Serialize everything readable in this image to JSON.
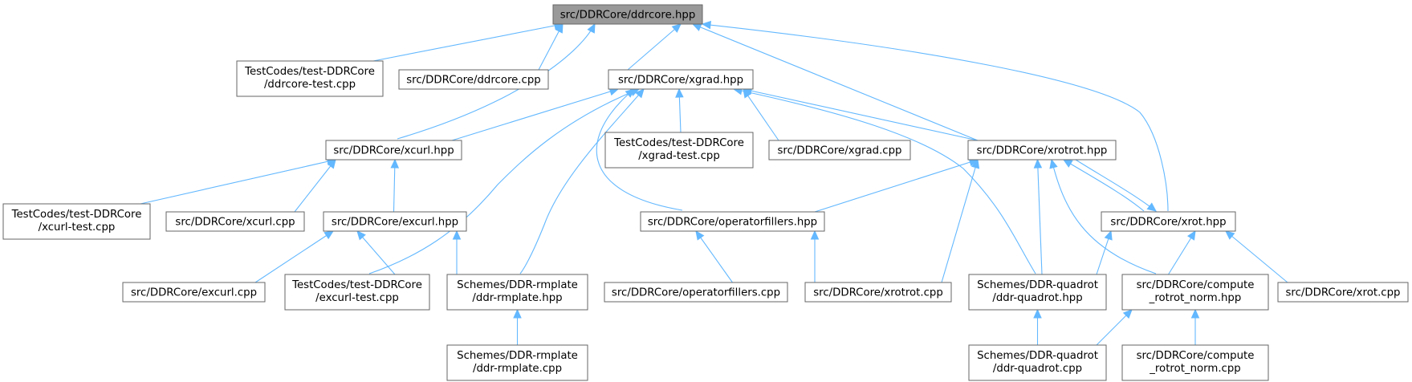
{
  "diagram": {
    "nodes": [
      {
        "id": "n0",
        "lines": [
          "src/DDRCore/ddrcore.hpp"
        ],
        "root": true
      },
      {
        "id": "n1",
        "lines": [
          "TestCodes/test-DDRCore",
          "/ddrcore-test.cpp"
        ]
      },
      {
        "id": "n2",
        "lines": [
          "src/DDRCore/ddrcore.cpp"
        ]
      },
      {
        "id": "n3",
        "lines": [
          "src/DDRCore/xgrad.hpp"
        ]
      },
      {
        "id": "n4",
        "lines": [
          "src/DDRCore/xcurl.hpp"
        ]
      },
      {
        "id": "n5",
        "lines": [
          "TestCodes/test-DDRCore",
          "/xgrad-test.cpp"
        ]
      },
      {
        "id": "n6",
        "lines": [
          "src/DDRCore/xgrad.cpp"
        ]
      },
      {
        "id": "n7",
        "lines": [
          "src/DDRCore/xrotrot.hpp"
        ]
      },
      {
        "id": "n8",
        "lines": [
          "TestCodes/test-DDRCore",
          "/xcurl-test.cpp"
        ]
      },
      {
        "id": "n9",
        "lines": [
          "src/DDRCore/xcurl.cpp"
        ]
      },
      {
        "id": "n10",
        "lines": [
          "src/DDRCore/excurl.hpp"
        ]
      },
      {
        "id": "n11",
        "lines": [
          "src/DDRCore/operatorfillers.hpp"
        ]
      },
      {
        "id": "n12",
        "lines": [
          "src/DDRCore/xrot.hpp"
        ]
      },
      {
        "id": "n13",
        "lines": [
          "src/DDRCore/excurl.cpp"
        ]
      },
      {
        "id": "n14",
        "lines": [
          "TestCodes/test-DDRCore",
          "/excurl-test.cpp"
        ]
      },
      {
        "id": "n15",
        "lines": [
          "Schemes/DDR-rmplate",
          "/ddr-rmplate.hpp"
        ]
      },
      {
        "id": "n16",
        "lines": [
          "src/DDRCore/operatorfillers.cpp"
        ]
      },
      {
        "id": "n17",
        "lines": [
          "src/DDRCore/xrotrot.cpp"
        ]
      },
      {
        "id": "n18",
        "lines": [
          "Schemes/DDR-quadrot",
          "/ddr-quadrot.hpp"
        ]
      },
      {
        "id": "n19",
        "lines": [
          "src/DDRCore/compute",
          "_rotrot_norm.hpp"
        ]
      },
      {
        "id": "n20",
        "lines": [
          "src/DDRCore/xrot.cpp"
        ]
      },
      {
        "id": "n21",
        "lines": [
          "Schemes/DDR-rmplate",
          "/ddr-rmplate.cpp"
        ]
      },
      {
        "id": "n22",
        "lines": [
          "Schemes/DDR-quadrot",
          "/ddr-quadrot.cpp"
        ]
      },
      {
        "id": "n23",
        "lines": [
          "src/DDRCore/compute",
          "_rotrot_norm.cpp"
        ]
      }
    ],
    "edges": [
      [
        "n0",
        "n1"
      ],
      [
        "n0",
        "n2"
      ],
      [
        "n0",
        "n3"
      ],
      [
        "n0",
        "n4"
      ],
      [
        "n0",
        "n7"
      ],
      [
        "n0",
        "n12"
      ],
      [
        "n3",
        "n4"
      ],
      [
        "n3",
        "n5"
      ],
      [
        "n3",
        "n6"
      ],
      [
        "n3",
        "n7"
      ],
      [
        "n3",
        "n11"
      ],
      [
        "n3",
        "n14"
      ],
      [
        "n3",
        "n15"
      ],
      [
        "n3",
        "n18"
      ],
      [
        "n4",
        "n8"
      ],
      [
        "n4",
        "n9"
      ],
      [
        "n4",
        "n10"
      ],
      [
        "n7",
        "n11"
      ],
      [
        "n7",
        "n12"
      ],
      [
        "n7",
        "n17"
      ],
      [
        "n7",
        "n18"
      ],
      [
        "n7",
        "n19"
      ],
      [
        "n12",
        "n7"
      ],
      [
        "n12",
        "n18"
      ],
      [
        "n12",
        "n19"
      ],
      [
        "n12",
        "n20"
      ],
      [
        "n10",
        "n13"
      ],
      [
        "n10",
        "n14"
      ],
      [
        "n10",
        "n15"
      ],
      [
        "n11",
        "n16"
      ],
      [
        "n11",
        "n17"
      ],
      [
        "n15",
        "n21"
      ],
      [
        "n18",
        "n22"
      ],
      [
        "n19",
        "n22"
      ],
      [
        "n19",
        "n23"
      ]
    ],
    "colors": {
      "edge": "#63b8ff",
      "node_border": "#666666",
      "root_fill": "#999999",
      "node_fill": "#ffffff"
    }
  }
}
